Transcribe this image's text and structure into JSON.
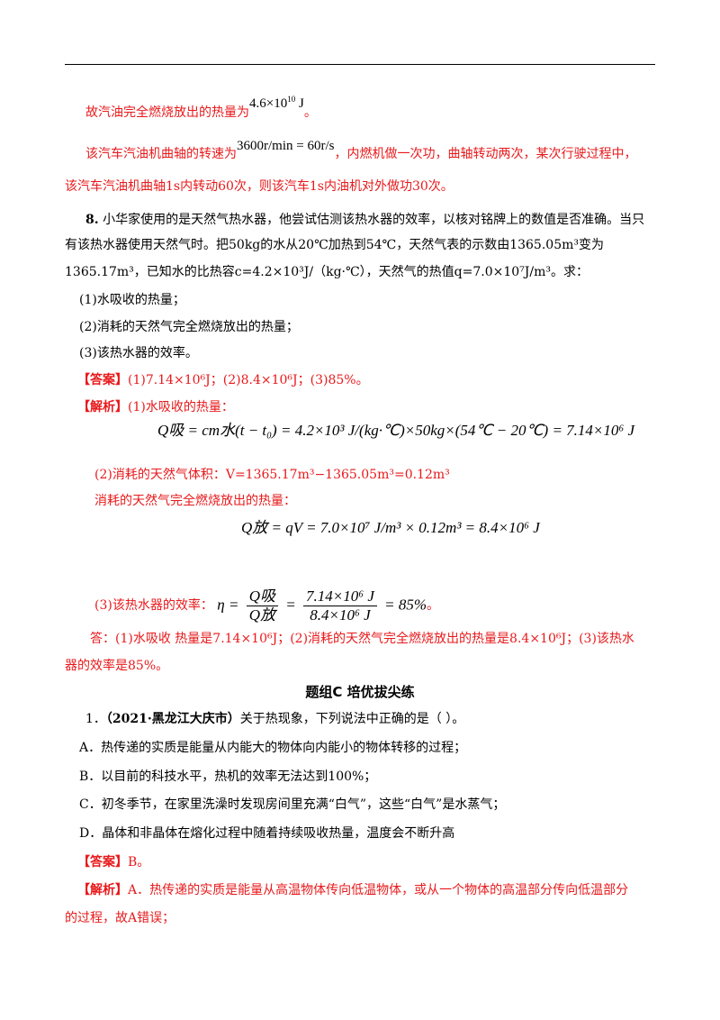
{
  "top_answers": {
    "l1_text": "故汽油完全燃烧放出的热量为",
    "l1_math": "4.6×10",
    "l1_exp": "10",
    "l1_unit": " J",
    "l1_end": "。",
    "l2_text": "该汽车汽油机曲轴的转速为",
    "l2_math": "3600r/min = 60r/s",
    "l2_end": "，内燃机做一次功，曲轴转动两次，某次行驶过程中，",
    "l3": "该汽车汽油机曲轴1s内转动60次，则该汽车1s内油机对外做功30次。"
  },
  "q8": {
    "number": "8.",
    "l1": " 小华家使用的是天然气热水器，他尝试估测该热水器的效率，以核对铭牌上的数值是否准确。当只",
    "l2": "有该热水器使用天然气时。把50kg的水从20℃加热到54℃，天然气表的示数由1365.05m³变为",
    "l3": "1365.17m³，已知水的比热容c=4.2×10³J/（kg·℃），天然气的热值q=7.0×10⁷J/m³。求：",
    "sub1": "(1)水吸收的热量；",
    "sub2": "(2)消耗的天然气完全燃烧放出的热量；",
    "sub3": "(3)该热水器的效率。",
    "answer_label": "【答案】",
    "answer_text": "(1)7.14×10⁶J；(2)8.4×10⁶J；(3)85%。",
    "analysis_label": "【解析】",
    "analysis_text": "(1)水吸收的热量：",
    "eq1": "Q吸 = cm水(t − t₀) = 4.2×10³ J/(kg·℃)×50kg×(54℃ − 20℃) = 7.14×10⁶ J",
    "step2_vol": "(2)消耗的天然气体积：V=1365.17m³−1365.05m³=0.12m³",
    "step2_heat": "消耗的天然气完全燃烧放出的热量：",
    "eq2": "Q放 = qV = 7.0×10⁷ J/m³ × 0.12m³ = 8.4×10⁶ J",
    "step3": "(3)该热水器的效率：",
    "eq3_num": "Q吸",
    "eq3_den": "Q放",
    "eq3_num2": "7.14×10⁶ J",
    "eq3_den2": "8.4×10⁶ J",
    "eq3_result": "= 85%",
    "step3_end": "。",
    "final_l1": "答：(1)水吸收   热量是7.14×10⁶J；(2)消耗的天然气完全燃烧放出的热量是8.4×10⁶J；(3)该热水",
    "final_l2": "器的效率是85%。"
  },
  "group_c": {
    "title": "题组C   培优拔尖练"
  },
  "q1": {
    "number": "1．",
    "source": "（2021·黑龙江大庆市）",
    "stem": "关于热现象，下列说法中正确的是（   ）。",
    "options": [
      "A．热传递的实质是能量从内能大的物体向内能小的物体转移的过程；",
      "B．以目前的科技水平，热机的效率无法达到100%；",
      "C．初冬季节，在家里洗澡时发现房间里充满“白气”，这些“白气”是水蒸气；",
      "D．晶体和非晶体在熔化过程中随着持续吸收热量，温度会不断升高"
    ],
    "answer_label": "【答案】",
    "answer_text": "B。",
    "analysis_label": "【解析】",
    "analysis_l1": "A．热传递的实质是能量从高温物体传向低温物体，或从一个物体的高温部分传向低温部分",
    "analysis_l2": "的过程，故A错误；"
  }
}
